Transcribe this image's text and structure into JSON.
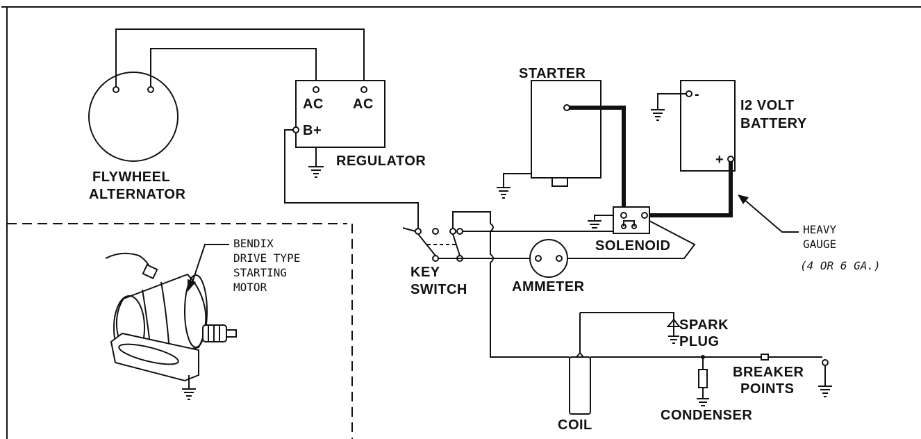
{
  "labels": {
    "flywheel_alternator_line1": "FLYWHEEL",
    "flywheel_alternator_line2": "ALTERNATOR",
    "regulator": "REGULATOR",
    "regulator_ac_left": "AC",
    "regulator_ac_right": "AC",
    "regulator_b_plus": "B+",
    "starter": "STARTER",
    "battery_line1": "I2 VOLT",
    "battery_line2": "BATTERY",
    "battery_neg": "-",
    "battery_pos": "+",
    "solenoid": "SOLENOID",
    "heavy_gauge_line1": "HEAVY",
    "heavy_gauge_line2": "GAUGE",
    "heavy_gauge_line3": "(4 OR 6 GA.)",
    "key_switch_line1": "KEY",
    "key_switch_line2": "SWITCH",
    "ammeter": "AMMETER",
    "spark_plug_line1": "SPARK",
    "spark_plug_line2": "PLUG",
    "breaker_points_line1": "BREAKER",
    "breaker_points_line2": "POINTS",
    "coil": "COIL",
    "condenser": "CONDENSER",
    "bendix_line1": "BENDIX",
    "bendix_line2": "DRIVE TYPE",
    "bendix_line3": "STARTING",
    "bendix_line4": "MOTOR"
  },
  "colors": {
    "ink": "#111111",
    "paper": "#ffffff"
  }
}
